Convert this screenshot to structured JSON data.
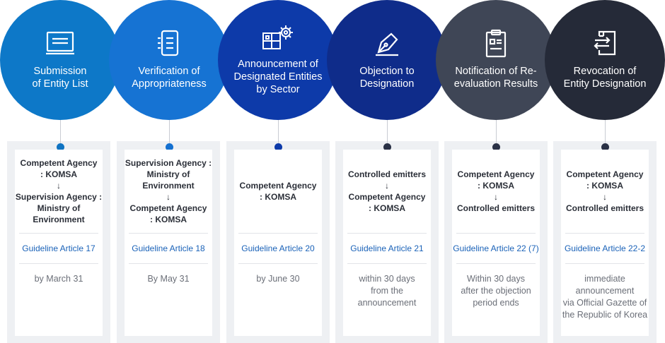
{
  "colors": {
    "step1": "#0d78c8",
    "step2": "#1673d3",
    "step3": "#0d3aa9",
    "step4": "#0f2c8a",
    "step5": "#3f4656",
    "step6": "#252a38",
    "dot_blue": "#0f73c2",
    "dot_navy": "#2a3146"
  },
  "steps": [
    {
      "icon": "monitor-icon",
      "title": "Submission\nof Entity List",
      "agency": "Competent Agency\n: KOMSA\n↓\nSupervision Agency :\nMinistry of\nEnvironment",
      "article": "Guideline Article 17",
      "deadline": "by March 31"
    },
    {
      "icon": "document-list-icon",
      "title": "Verification of\nAppropriateness",
      "agency": "Supervision Agency :\nMinistry of\nEnvironment\n↓\nCompetent Agency\n: KOMSA",
      "article": "Guideline Article 18",
      "deadline": "By May 31"
    },
    {
      "icon": "grid-gear-icon",
      "title": "Announcement of\nDesignated Entities\nby Sector",
      "agency": "Competent Agency\n: KOMSA",
      "article": "Guideline Article 20",
      "deadline": "by June 30"
    },
    {
      "icon": "pen-nib-icon",
      "title": "Objection to\nDesignation",
      "agency": "Controlled emitters\n↓\nCompetent Agency\n: KOMSA",
      "article": "Guideline Article 21",
      "deadline": "within 30 days\nfrom  the\nannouncement"
    },
    {
      "icon": "clipboard-icon",
      "title": "Notification of Re-\nevaluation Results",
      "agency": "Competent Agency\n: KOMSA\n↓\nControlled emitters",
      "article": "Guideline Article 22 (7)",
      "deadline": "Within 30 days\nafter  the objection\nperiod ends"
    },
    {
      "icon": "exchange-arrows-icon",
      "title": "Revocation of\nEntity Designation",
      "agency": "Competent Agency\n: KOMSA\n↓\nControlled emitters",
      "article": "Guideline Article 22-2",
      "deadline": "immediate\nannouncement\nvia Official Gazette of\nthe Republic of Korea"
    }
  ]
}
